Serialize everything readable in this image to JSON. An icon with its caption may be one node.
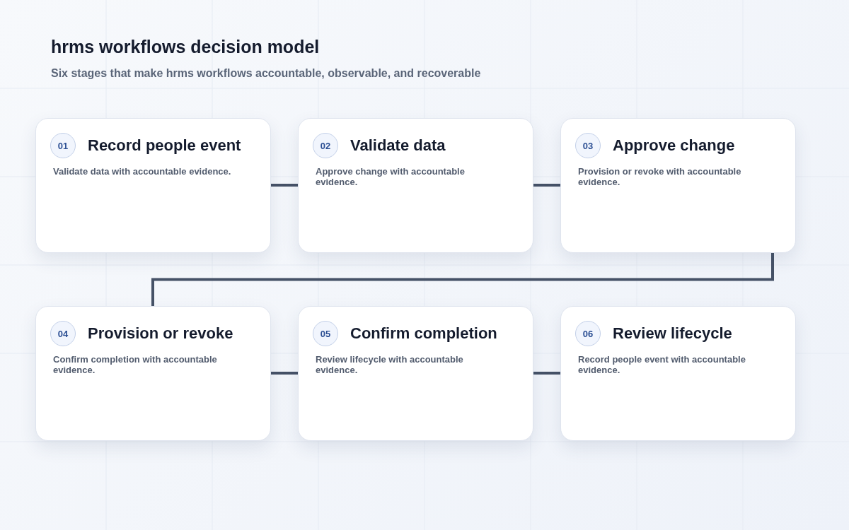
{
  "diagram": {
    "title": "hrms workflows decision model",
    "caption": "Six stages that make hrms workflows accountable, observable, and recoverable",
    "nodes": [
      {
        "text": [
          "01",
          "Record people event",
          "Validate data with accountable evidence."
        ]
      },
      {
        "text": [
          "02",
          "Validate data",
          "Approve change with accountable evidence."
        ]
      },
      {
        "text": [
          "03",
          "Approve change",
          "Provision or revoke with accountable evidence."
        ]
      },
      {
        "text": [
          "04",
          "Provision or revoke",
          "Confirm completion with accountable evidence."
        ]
      },
      {
        "text": [
          "05",
          "Confirm completion",
          "Review lifecycle with accountable evidence."
        ]
      },
      {
        "text": [
          "06",
          "Review lifecycle",
          "Record people event with accountable evidence."
        ]
      }
    ],
    "edges": [
      {
        "from": 0,
        "to": 1,
        "arrow": "none"
      },
      {
        "from": 1,
        "to": 2,
        "arrow": "none"
      },
      {
        "from": 2,
        "to": 3,
        "arrow": "none"
      },
      {
        "from": 3,
        "to": 4,
        "arrow": "none"
      },
      {
        "from": 4,
        "to": 5,
        "arrow": "none"
      }
    ]
  }
}
